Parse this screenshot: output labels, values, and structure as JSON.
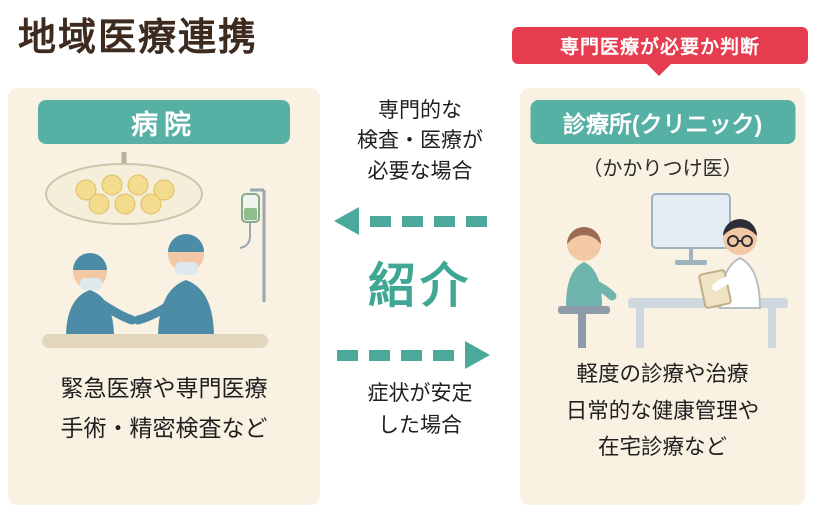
{
  "title": "地域医療連携",
  "badge": {
    "label": "専門医療が必要か判断"
  },
  "hospital": {
    "header": "病院",
    "desc": [
      "緊急医療や専門医療",
      "手術・精密検査など"
    ]
  },
  "clinic": {
    "header": "診療所(クリニック)",
    "subtitle": "（かかりつけ医）",
    "desc": [
      "軽度の診療や治療",
      "日常的な健康管理や",
      "在宅診療など"
    ]
  },
  "center": {
    "to_hospital_condition": [
      "専門的な",
      "検査・医療が",
      "必要な場合"
    ],
    "referral_label": "紹介",
    "to_clinic_condition": [
      "症状が安定",
      "した場合"
    ]
  },
  "colors": {
    "teal_header": "#57b0a4",
    "teal_arrow": "#4aa99a",
    "panel_bg": "#f9f2e3",
    "badge_red": "#e63c4f",
    "title_brown": "#3e2b20"
  }
}
